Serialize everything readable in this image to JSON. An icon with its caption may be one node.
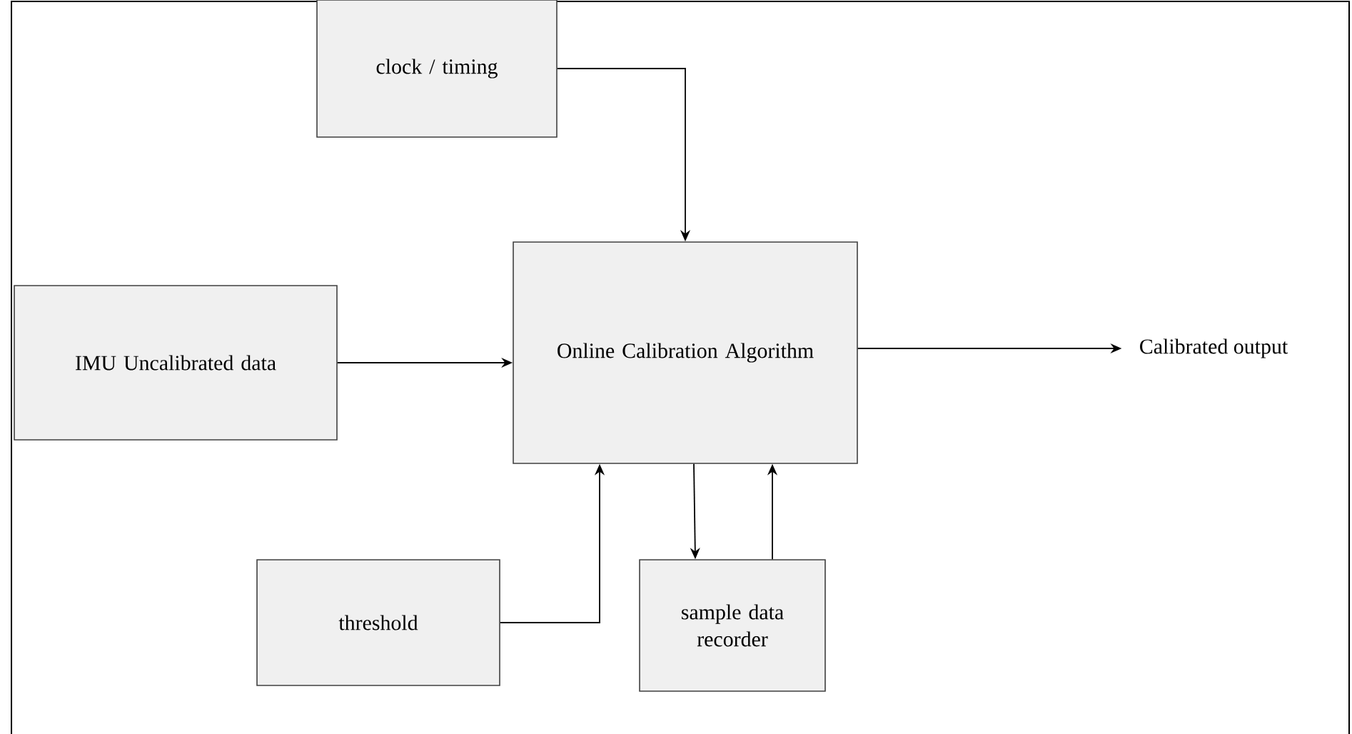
{
  "diagram": {
    "nodes": [
      {
        "text": [
          "clock / timing"
        ]
      },
      {
        "text": [
          "Online Calibration Algorithm"
        ]
      },
      {
        "text": [
          "IMU Uncalibrated data"
        ]
      },
      {
        "text": [
          "Calibrated output"
        ]
      },
      {
        "text": [
          "threshold"
        ]
      },
      {
        "text": [
          "sample data recorder"
        ]
      }
    ],
    "edges": [
      {
        "from": 0,
        "to": 1,
        "arrow": "to"
      },
      {
        "from": 2,
        "to": 1,
        "arrow": "to"
      },
      {
        "from": 1,
        "to": 3,
        "arrow": "to"
      },
      {
        "from": 4,
        "to": 1,
        "arrow": "to"
      },
      {
        "from": 1,
        "to": 5,
        "arrow": "to"
      },
      {
        "from": 5,
        "to": 1,
        "arrow": "to"
      }
    ]
  }
}
